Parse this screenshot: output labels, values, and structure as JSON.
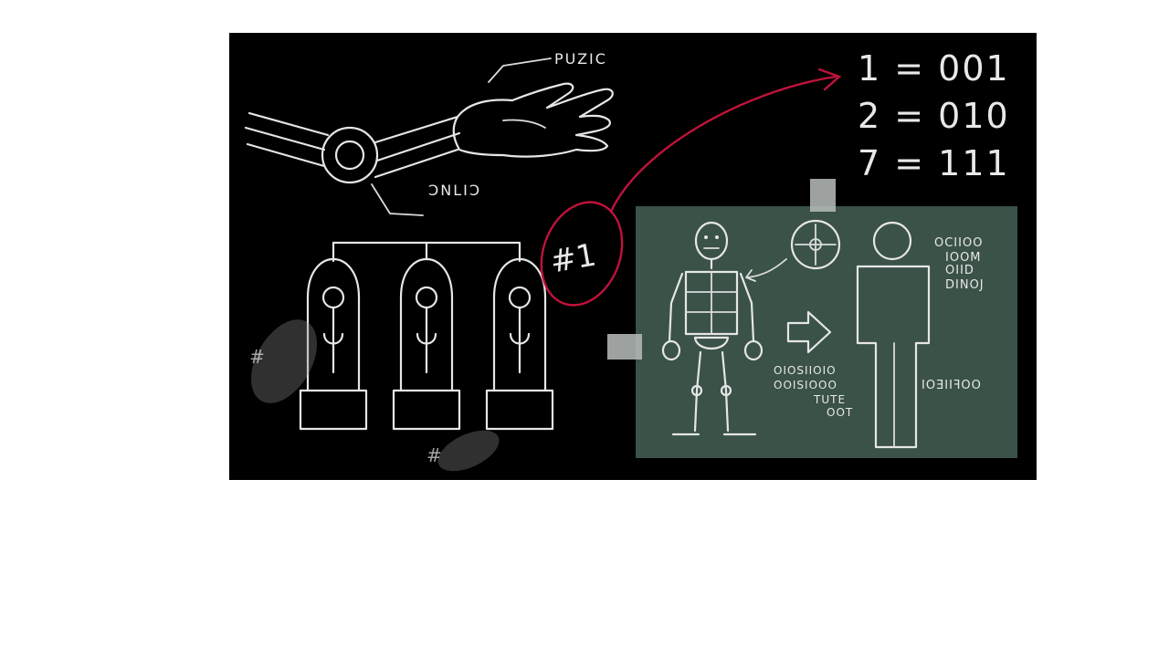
{
  "board": {
    "background": "#000000",
    "panel_color": "#3a5248",
    "accent_red": "#c0123c",
    "chalk_color": "#e6e6e6",
    "label_top": "PUZIC",
    "label_bottom": "ƆNLIƆ",
    "circled_label": "#1",
    "smudge_label_1": "#",
    "smudge_label_2": "#",
    "binary_lines": [
      "1 = 001",
      "2 = 010",
      "7 = 111"
    ],
    "panel_text_right": [
      "OCIIOO",
      "IOOM",
      "OIID",
      "DINOJ"
    ],
    "panel_text_left": [
      "OIOSIIOIO",
      "OOISIOOO",
      "TUTE",
      "OOT"
    ],
    "panel_text_mid": "IOƎIIꟻOO"
  }
}
